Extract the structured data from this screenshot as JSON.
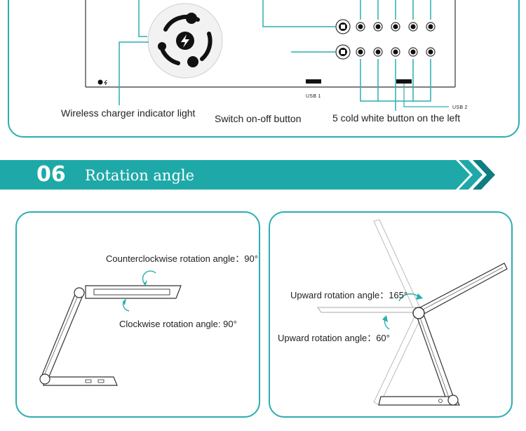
{
  "top_panel": {
    "labels": {
      "wireless_indicator": "Wireless charger indicator light",
      "switch_button": "Switch on-off button",
      "cold_white": "5 cold white button on the left",
      "usb1": "USB 1",
      "usb2": "USB 2"
    }
  },
  "section": {
    "number": "06",
    "title": "Rotation angle"
  },
  "left_panel": {
    "counterclockwise": "Counterclockwise rotation angle：90°",
    "clockwise": "Clockwise rotation angle: 90°"
  },
  "right_panel": {
    "upward_165": "Upward rotation angle：165°",
    "upward_60": "Upward rotation angle：60°"
  },
  "colors": {
    "accent": "#1ea9a8",
    "border": "#2aaeb0",
    "arrow_dark": "#0e7e80"
  }
}
